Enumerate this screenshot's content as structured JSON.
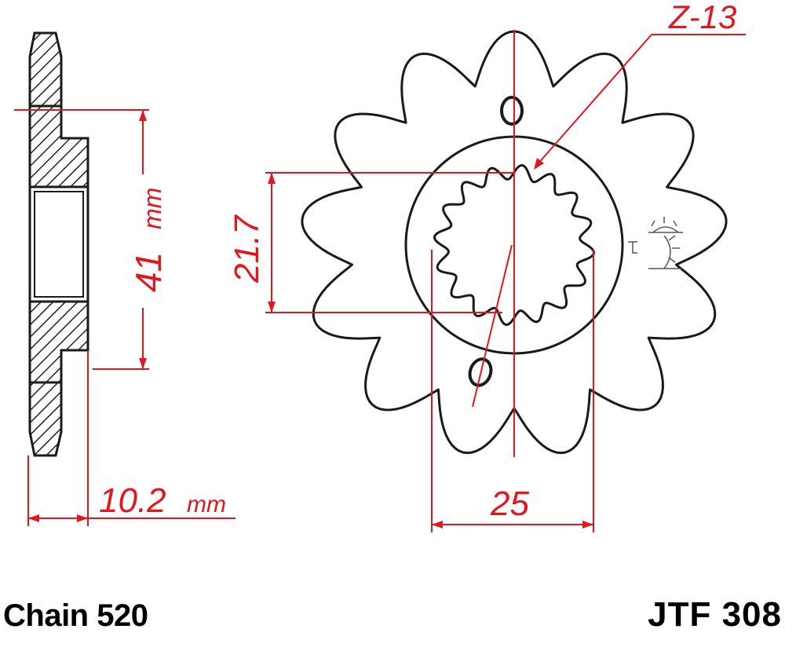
{
  "colors": {
    "outline": "#1a1a1a",
    "dimension": "#e3161d",
    "hatch": "#222222"
  },
  "dimensions": {
    "teeth": "Z-13",
    "spline": "21.7",
    "height_value": "41",
    "height_unit": "mm",
    "width_value": "10.2",
    "width_unit": "mm",
    "bolt": "25"
  },
  "labels": {
    "chain": "Chain 520",
    "part": "JTF 308"
  }
}
